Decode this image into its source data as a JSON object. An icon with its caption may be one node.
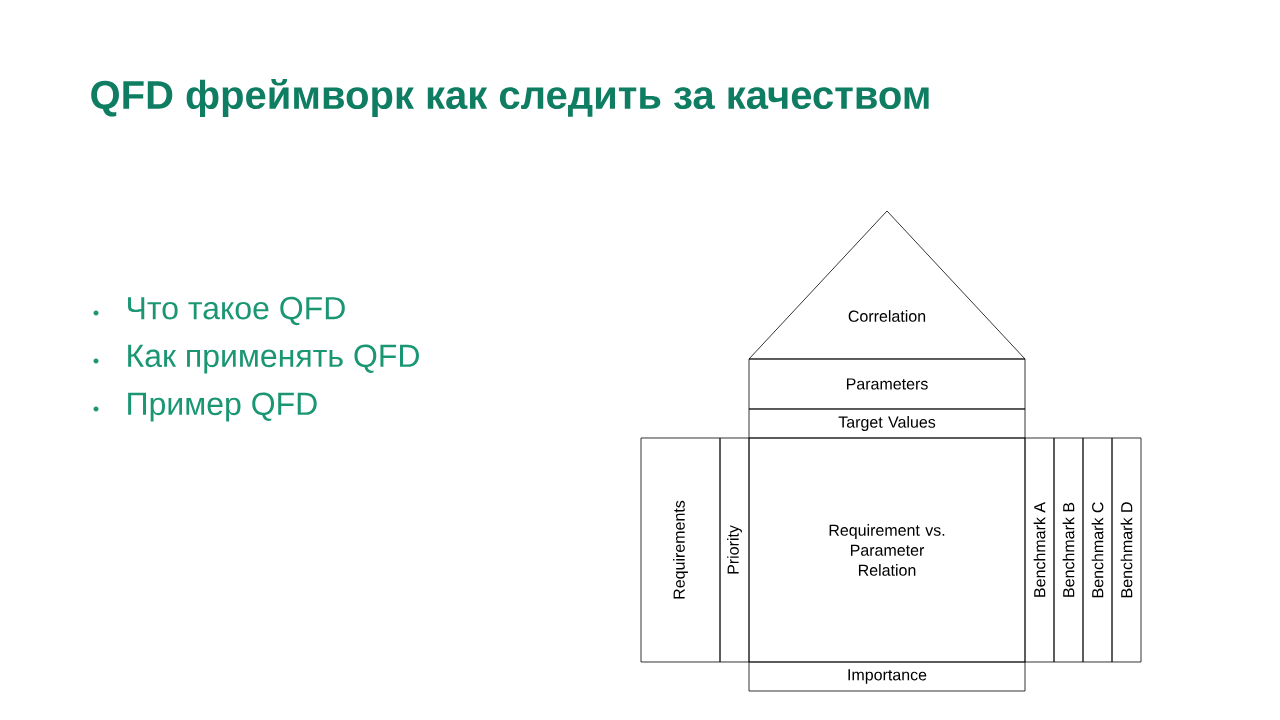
{
  "diagram": {
    "title": "QFD фреймворк как следить за качеством",
    "nodes": [
      {
        "text": [
          "Correlation"
        ]
      },
      {
        "text": [
          "Parameters"
        ]
      },
      {
        "text": [
          "Target Values"
        ]
      },
      {
        "text": [
          "Requirements"
        ]
      },
      {
        "text": [
          "Priority"
        ]
      },
      {
        "text": [
          "Requirement vs. Parameter Relation"
        ]
      },
      {
        "text": [
          "Benchmark A"
        ]
      },
      {
        "text": [
          "Benchmark B"
        ]
      },
      {
        "text": [
          "Benchmark C"
        ]
      },
      {
        "text": [
          "Benchmark D"
        ]
      },
      {
        "text": [
          "Importance"
        ]
      }
    ],
    "labels": [
      "Что такое QFD",
      "Как применять QFD",
      "Пример QFD"
    ]
  }
}
